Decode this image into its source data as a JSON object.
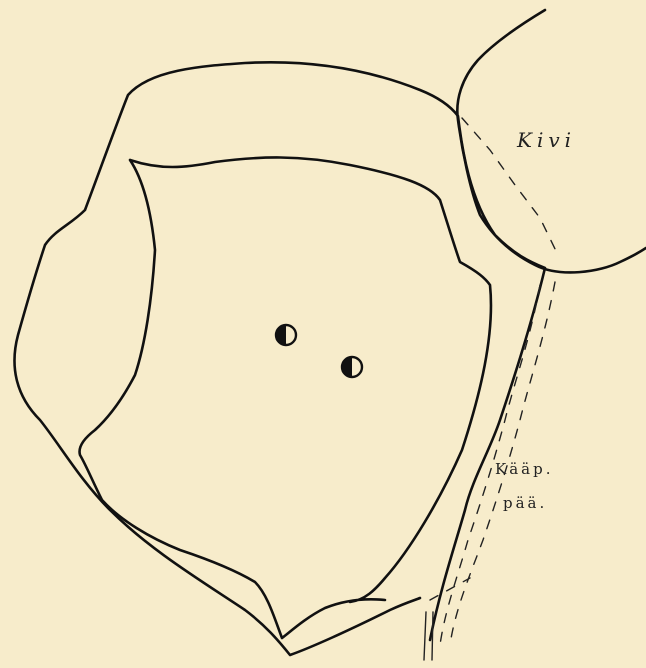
{
  "labels": {
    "stone": "Kivi",
    "kaappaa_line1": "Kääp.",
    "kaappaa_line2": "pää."
  }
}
